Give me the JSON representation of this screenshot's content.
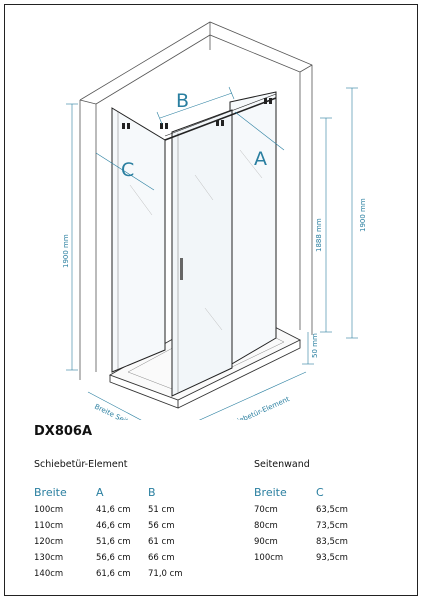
{
  "drawing": {
    "labels": {
      "A": "A",
      "B": "B",
      "C": "C"
    },
    "dims": {
      "height_left": "1900 mm",
      "height_right": "1900 mm",
      "height_inner": "1888 mm",
      "tray_height": "50 mm",
      "width_side": "Breite Seitenwand",
      "width_front": "Breite Schiebetür-Element"
    }
  },
  "model": "DX806A",
  "schiebetuer": {
    "title": "Schiebetür-Element",
    "headers": [
      "Breite",
      "A",
      "B"
    ],
    "rows": [
      [
        "100cm",
        "41,6 cm",
        "51 cm"
      ],
      [
        "110cm",
        "46,6 cm",
        "56 cm"
      ],
      [
        "120cm",
        "51,6 cm",
        "61 cm"
      ],
      [
        "130cm",
        "56,6 cm",
        "66 cm"
      ],
      [
        "140cm",
        "61,6 cm",
        "71,0 cm"
      ]
    ]
  },
  "seitenwand": {
    "title": "Seitenwand",
    "headers": [
      "Breite",
      "C"
    ],
    "rows": [
      [
        "70cm",
        "63,5cm"
      ],
      [
        "80cm",
        "73,5cm"
      ],
      [
        "90cm",
        "83,5cm"
      ],
      [
        "100cm",
        "93,5cm"
      ]
    ]
  }
}
